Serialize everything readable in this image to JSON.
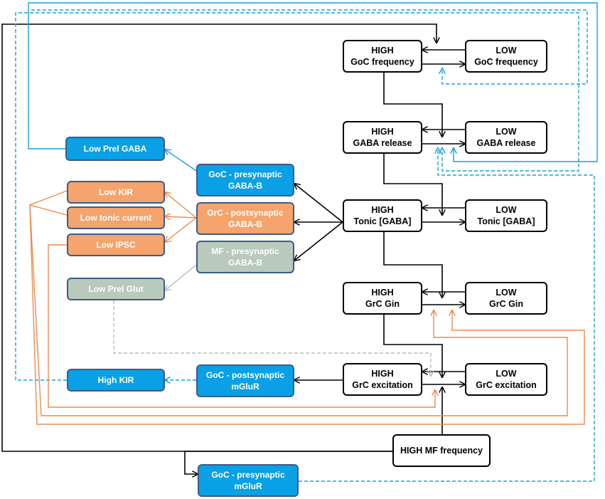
{
  "nodes": {
    "high_goc_frequency": "HIGH\nGoC frequency",
    "low_goc_frequency": "LOW\nGoC frequency",
    "high_gaba_release": "HIGH\nGABA release",
    "low_gaba_release": "LOW\nGABA release",
    "high_tonic_gaba": "HIGH\nTonic [GABA]",
    "low_tonic_gaba": "LOW\nTonic [GABA]",
    "high_grc_gin": "HIGH\nGrC Gin",
    "low_grc_gin": "LOW\nGrC Gin",
    "high_grc_excitation": "HIGH\nGrC excitation",
    "low_grc_excitation": "LOW\nGrC excitation",
    "high_mf_frequency": "HIGH MF frequency",
    "low_prel_gaba": "Low Prel  GABA",
    "goc_presynaptic_gabab": "GoC -  presynaptic\nGABA-B",
    "low_kir": "Low  KIR",
    "low_tonic_current": "Low  tonic current",
    "low_ipsc": "Low  IPSC",
    "grc_postsynaptic_gabab": "GrC - postsynaptic\nGABA-B",
    "mf_presynaptic_gabab": "MF - presynaptic\nGABA-B",
    "low_prel_glut": "Low Prel  Glut",
    "high_kir": "High  KIR",
    "goc_postsynaptic_mglur": "GoC -  postsynaptic\nmGluR",
    "goc_presynaptic_mglur": "GoC -  presynaptic\nmGluR"
  },
  "colors": {
    "state_border": "#000000",
    "blue_fill": "#0aa0e6",
    "orange_fill": "#f4a46c",
    "sage_fill": "#b9c9bc",
    "receptor_border": "#3b5d86",
    "blue_line": "#1aa0d8",
    "orange_line": "#ef8a4c",
    "grey_line": "#b8bcbc"
  }
}
